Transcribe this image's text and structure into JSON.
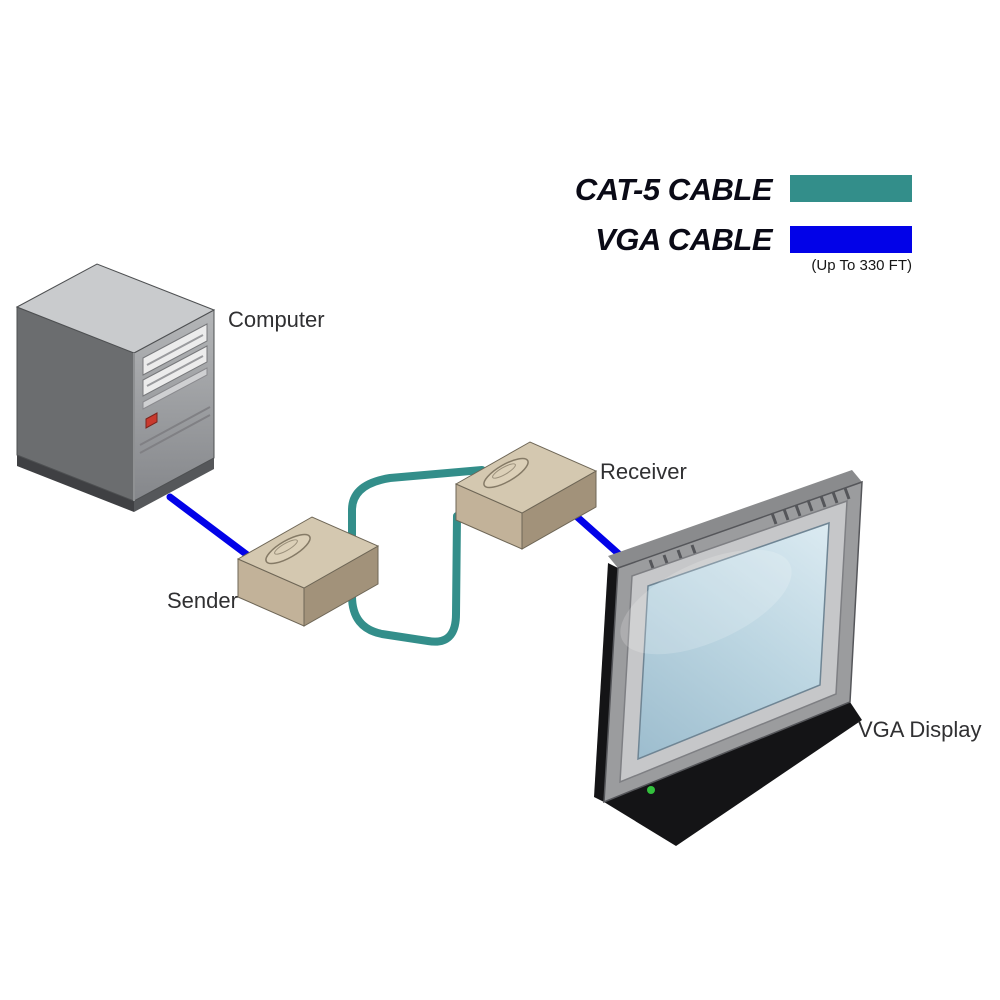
{
  "legend": {
    "cat5": {
      "label": "CAT-5 CABLE",
      "color": "#338E8A"
    },
    "vga": {
      "label": "VGA CABLE",
      "color": "#0202E8",
      "note": "(Up To 330 FT)"
    }
  },
  "labels": {
    "computer": "Computer",
    "sender": "Sender",
    "receiver": "Receiver",
    "display": "VGA Display"
  },
  "cables": {
    "cat5_color": "#338E8A",
    "vga_color": "#0202E8"
  }
}
